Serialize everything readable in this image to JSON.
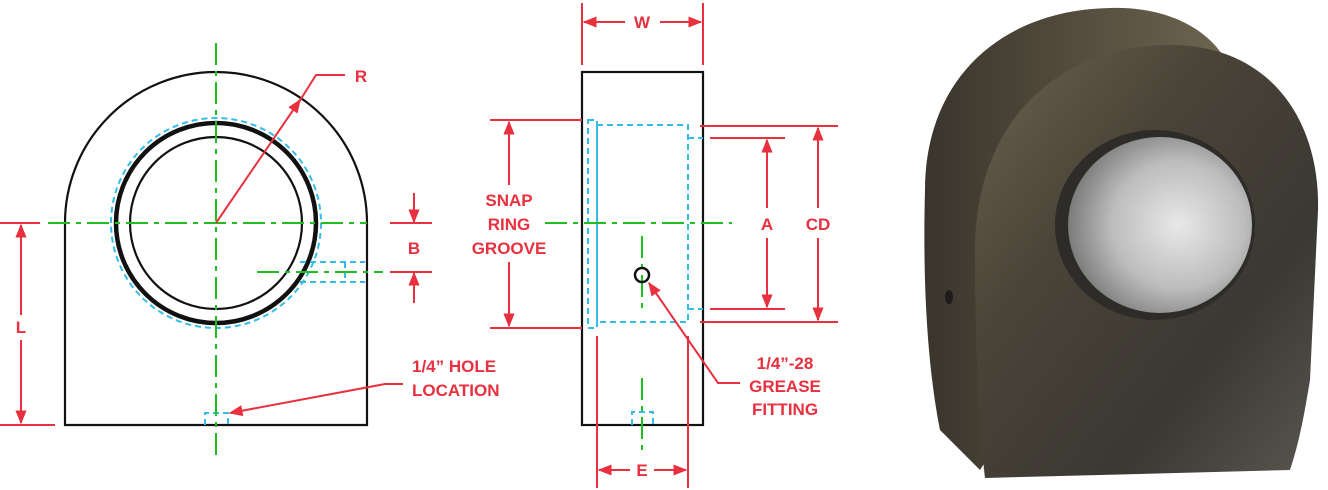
{
  "front_view": {
    "radius_label": "R",
    "b_label": "B",
    "l_label": "L",
    "hole_note": [
      "1/4” HOLE",
      "LOCATION"
    ]
  },
  "side_view": {
    "w_label": "W",
    "snap_ring_note": [
      "SNAP",
      "RING",
      "GROOVE"
    ],
    "a_label": "A",
    "cd_label": "CD",
    "e_label": "E",
    "grease_note": [
      "1/4”-28",
      "GREASE",
      "FITTING"
    ]
  },
  "colors": {
    "dimension": "#e8303f",
    "centerline": "#1fbf1f",
    "hidden": "#33bde8",
    "object": "#111111"
  }
}
